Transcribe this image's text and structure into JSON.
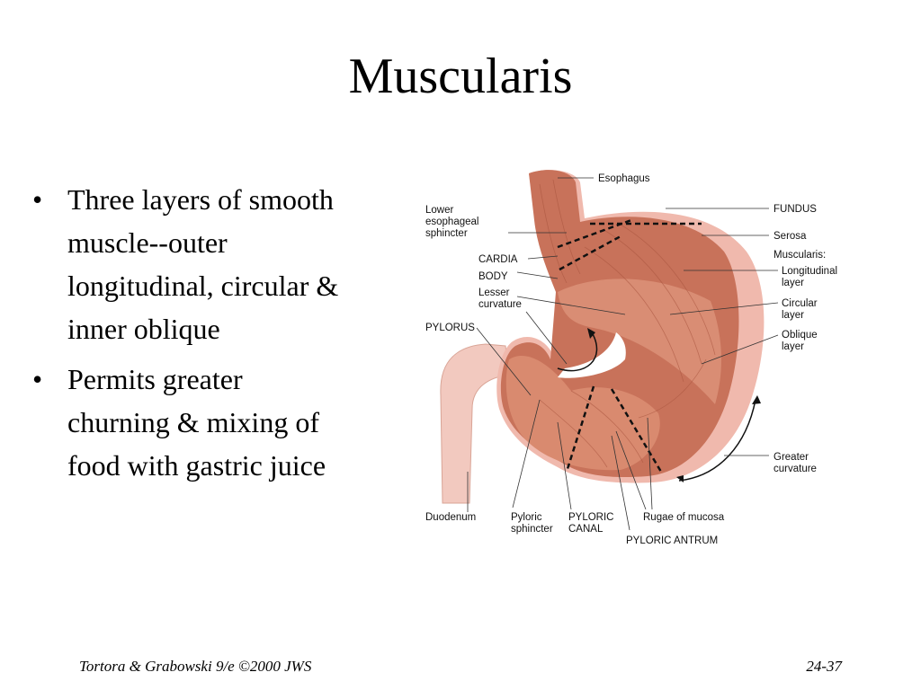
{
  "slide": {
    "title": "Muscularis",
    "bullets": [
      "Three layers of smooth muscle--outer longitudinal, circular & inner oblique",
      "Permits greater churning & mixing of food with gastric juice"
    ],
    "footer_left": "Tortora & Grabowski 9/e ©2000 JWS",
    "footer_right": "24-37"
  },
  "figure": {
    "colors": {
      "muscle": "#c8725a",
      "muscle_light": "#e2a08a",
      "serosa": "#f0b9ad",
      "duodenum": "#f2c9bf",
      "line": "#333333"
    },
    "labels": {
      "esophagus": "Esophagus",
      "lower_es_1": "Lower",
      "lower_es_2": "esophageal",
      "lower_es_3": "sphincter",
      "cardia": "CARDIA",
      "body": "BODY",
      "lesser_1": "Lesser",
      "lesser_2": "curvature",
      "pylorus": "PYLORUS",
      "fundus": "FUNDUS",
      "serosa": "Serosa",
      "muscularis": "Muscularis:",
      "long_1": "Longitudinal",
      "long_2": "layer",
      "circ_1": "Circular",
      "circ_2": "layer",
      "obl_1": "Oblique",
      "obl_2": "layer",
      "greater_1": "Greater",
      "greater_2": "curvature",
      "duodenum": "Duodenum",
      "pyl_sph_1": "Pyloric",
      "pyl_sph_2": "sphincter",
      "pyl_canal_1": "PYLORIC",
      "pyl_canal_2": "CANAL",
      "rugae": "Rugae of mucosa",
      "antrum": "PYLORIC ANTRUM"
    }
  }
}
